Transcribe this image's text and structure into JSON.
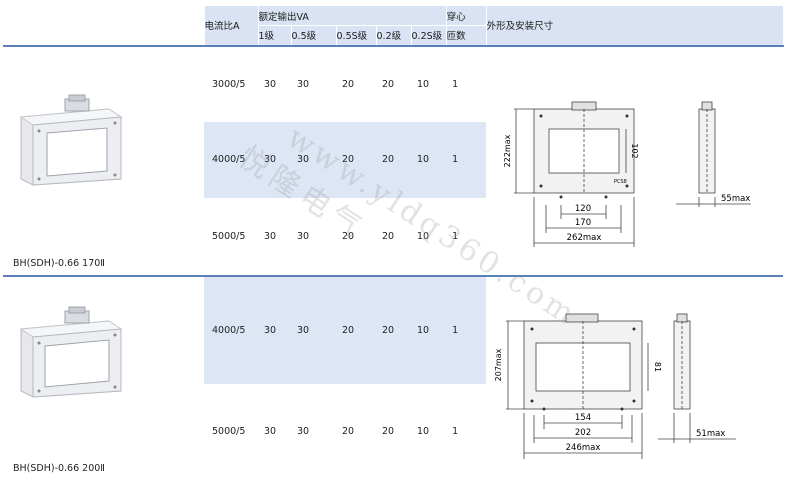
{
  "header": {
    "ratio": "电流比A",
    "rated_output": "额定输出VA",
    "classes": [
      "1级",
      "0.5级",
      "0.5S级",
      "0.2级",
      "0.2S级"
    ],
    "turns_top": "穿心",
    "turns_bottom": "匝数",
    "dimensions": "外形及安装尺寸"
  },
  "products": [
    {
      "name": "BH(SDH)-0.66 170Ⅱ",
      "rows": [
        {
          "ratio": "3000/5",
          "values": [
            "30",
            "30",
            "20",
            "20",
            "10"
          ],
          "turns": "1"
        },
        {
          "ratio": "4000/5",
          "values": [
            "30",
            "30",
            "20",
            "20",
            "10"
          ],
          "turns": "1"
        },
        {
          "ratio": "5000/5",
          "values": [
            "30",
            "30",
            "20",
            "20",
            "10"
          ],
          "turns": "1"
        }
      ],
      "drawing": {
        "height": "222max",
        "window_h": "102",
        "hole_w": "120",
        "mount_w": "170",
        "width": "262max",
        "depth": "55max",
        "mark": "PCS8"
      }
    },
    {
      "name": "BH(SDH)-0.66 200Ⅱ",
      "rows": [
        {
          "ratio": "4000/5",
          "values": [
            "30",
            "30",
            "20",
            "20",
            "10"
          ],
          "turns": "1"
        },
        {
          "ratio": "5000/5",
          "values": [
            "30",
            "30",
            "20",
            "20",
            "10"
          ],
          "turns": "1"
        }
      ],
      "drawing": {
        "height": "207max",
        "window_h": "81",
        "hole_w": "154",
        "mount_w": "202",
        "width": "246max",
        "depth": "51max"
      }
    }
  ],
  "watermark": {
    "line1": "www.yldq360.com",
    "line2": "悦隆电气"
  }
}
